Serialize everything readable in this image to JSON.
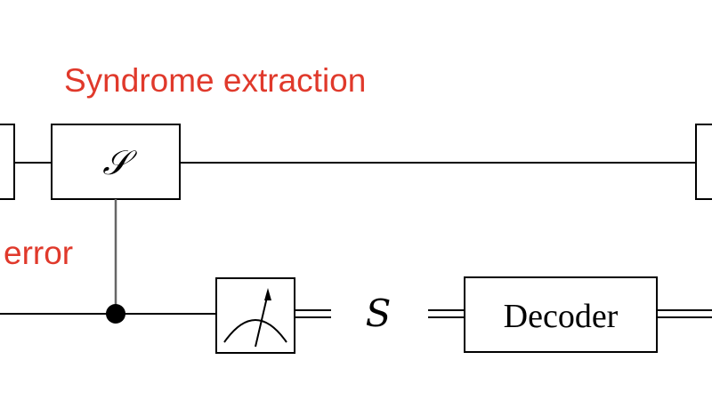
{
  "colors": {
    "annotation": "#e0392b",
    "line": "#000000",
    "vertical_wire": "#666666",
    "background": "#ffffff"
  },
  "annotations": {
    "syndrome_extraction": "Syndrome extraction",
    "error": "error"
  },
  "gates": {
    "stabilizer_symbol": "𝒮",
    "syndrome_symbol": "S",
    "decoder_label": "Decoder"
  },
  "icons": {
    "meter": "measurement-meter-icon",
    "control_dot": "control-dot-icon"
  }
}
